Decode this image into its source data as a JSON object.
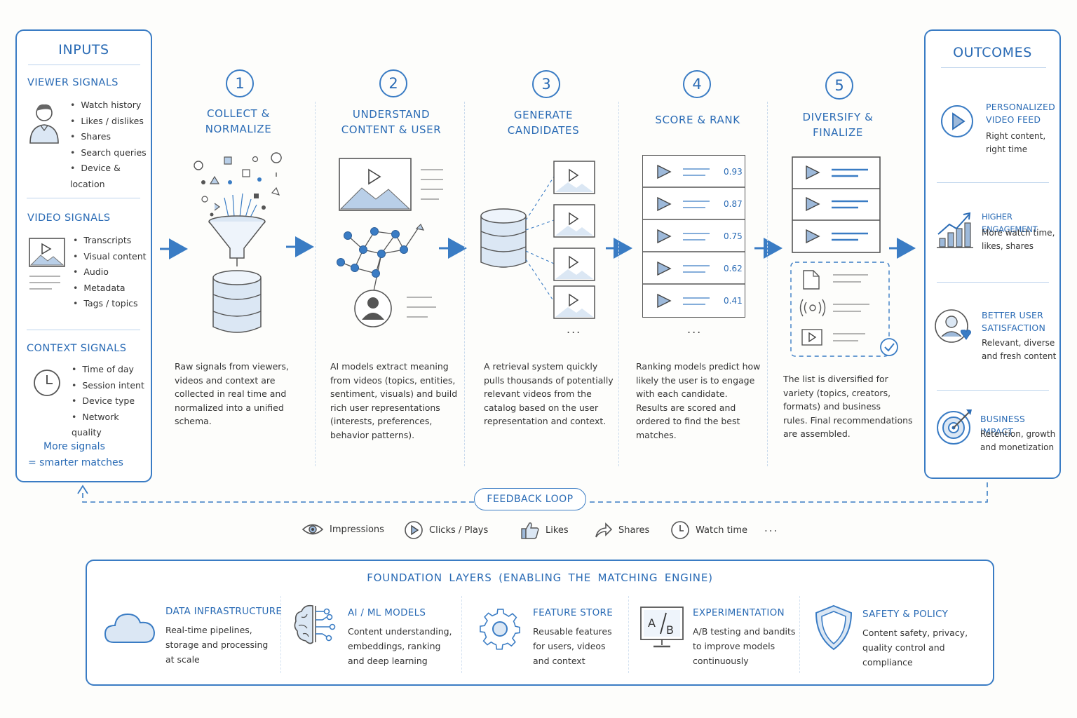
{
  "inputs": {
    "title": "INPUTS",
    "viewer": {
      "title": "VIEWER SIGNALS",
      "items": [
        "Watch history",
        "Likes / dislikes",
        "Shares",
        "Search queries",
        "Device & location"
      ]
    },
    "video": {
      "title": "VIDEO SIGNALS",
      "items": [
        "Transcripts",
        "Visual content",
        "Audio",
        "Metadata",
        "Tags / topics"
      ]
    },
    "context": {
      "title": "CONTEXT SIGNALS",
      "items": [
        "Time of day",
        "Session intent",
        "Device type",
        "Network quality"
      ]
    },
    "footer_line1": "More signals",
    "footer_line2": "= smarter matches"
  },
  "steps": [
    {
      "num": "1",
      "title_l1": "COLLECT &",
      "title_l2": "NORMALIZE",
      "desc": [
        "Raw signals from viewers,",
        "videos and context are",
        "collected in real time and",
        "normalized into a unified",
        "schema."
      ]
    },
    {
      "num": "2",
      "title_l1": "UNDERSTAND",
      "title_l2": "CONTENT & USER",
      "desc": [
        "AI models extract meaning",
        "from videos (topics, entities,",
        "sentiment, visuals) and build",
        "rich user representations",
        "(interests, preferences,",
        "behavior patterns)."
      ]
    },
    {
      "num": "3",
      "title_l1": "GENERATE",
      "title_l2": "CANDIDATES",
      "desc": [
        "A retrieval system quickly",
        "pulls thousands of potentially",
        "relevant videos from the",
        "catalog based on the user",
        "representation and context."
      ]
    },
    {
      "num": "4",
      "title_l1": "SCORE & RANK",
      "title_l2": "",
      "desc": [
        "Ranking models predict how",
        "likely the user is to engage",
        "with each candidate.",
        "Results are scored and",
        "ordered to find the best",
        "matches."
      ]
    },
    {
      "num": "5",
      "title_l1": "DIVERSIFY &",
      "title_l2": "FINALIZE",
      "desc": [
        "The list is diversified for",
        "variety (topics, creators,",
        "formats) and business",
        "rules. Final recommendations",
        "are assembled."
      ]
    }
  ],
  "scores": [
    "0.93",
    "0.87",
    "0.75",
    "0.62",
    "0.41"
  ],
  "ellipsis": "...",
  "outcomes": {
    "title": "OUTCOMES",
    "items": [
      {
        "title_l1": "PERSONALIZED",
        "title_l2": "VIDEO FEED",
        "desc_l1": "Right content,",
        "desc_l2": "right time",
        "icon": "play-circle-icon"
      },
      {
        "title_l1": "HIGHER ENGAGEMENT",
        "title_l2": "",
        "desc_l1": "More watch time,",
        "desc_l2": "likes, shares",
        "icon": "growth-chart-icon"
      },
      {
        "title_l1": "BETTER USER",
        "title_l2": "SATISFACTION",
        "desc_l1": "Relevant, diverse",
        "desc_l2": "and fresh content",
        "icon": "happy-user-icon"
      },
      {
        "title_l1": "BUSINESS IMPACT",
        "title_l2": "",
        "desc_l1": "Retention, growth",
        "desc_l2": "and monetization",
        "icon": "target-icon"
      }
    ]
  },
  "feedback": {
    "title": "FEEDBACK LOOP",
    "items": [
      {
        "label": "Impressions",
        "icon": "eye-icon"
      },
      {
        "label": "Clicks / Plays",
        "icon": "play-icon"
      },
      {
        "label": "Likes",
        "icon": "thumbs-up-icon"
      },
      {
        "label": "Shares",
        "icon": "share-icon"
      },
      {
        "label": "Watch time",
        "icon": "clock-icon"
      }
    ],
    "more": "..."
  },
  "foundation": {
    "title": "FOUNDATION LAYERS (ENABLING THE MATCHING ENGINE)",
    "items": [
      {
        "title": "DATA INFRASTRUCTURE",
        "desc": [
          "Real-time pipelines,",
          "storage and processing",
          "at scale"
        ],
        "icon": "cloud-icon"
      },
      {
        "title": "AI / ML MODELS",
        "desc": [
          "Content understanding,",
          "embeddings, ranking",
          "and deep learning"
        ],
        "icon": "brain-icon"
      },
      {
        "title": "FEATURE STORE",
        "desc": [
          "Reusable features",
          "for users, videos",
          "and context"
        ],
        "icon": "gear-icon"
      },
      {
        "title": "EXPERIMENTATION",
        "desc": [
          "A/B testing and bandits",
          "to improve models",
          "continuously"
        ],
        "icon": "ab-test-icon"
      },
      {
        "title": "SAFETY & POLICY",
        "desc": [
          "Content safety, privacy,",
          "quality control and",
          "compliance"
        ],
        "icon": "shield-icon"
      }
    ]
  }
}
